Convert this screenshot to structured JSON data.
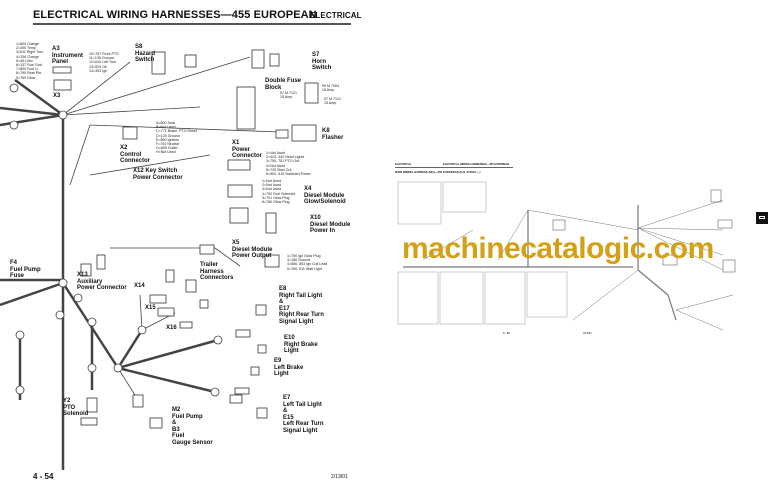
{
  "left_page": {
    "header_title": "ELECTRICAL WIRING HARNESSES—455 EUROPEAN",
    "header_section": "ELECTRICAL",
    "page_number": "4 - 54",
    "date": "2/13/01",
    "components": {
      "a3": "A3\nInstrument\nPanel",
      "x3": "X3",
      "s8": "S8\nHazard\nSwitch",
      "s7": "S7\nHorn\nSwitch",
      "fuse_block": "Double Fuse\nBlock",
      "k8": "K8\nFlasher",
      "x2": "X2\nControl\nConnector",
      "x1": "X1\nPower\nConnector",
      "x12": "X12 Key Switch\nPower Connector",
      "x4": "X4\nDiesel Module\nGlow/Solenoid",
      "x10": "X10\nDiesel Module\nPower In",
      "x5": "X5\nDiesel Module\nPower Output",
      "f4": "F4\nFuel Pump\nFuse",
      "x13": "X13\nAuxiliary\nPower Connector",
      "trailer": "Trailer\nHarness\nConnectors",
      "x14": "X14",
      "x15": "X15",
      "x16": "X16",
      "e8": "E8\nRight Tail Light\n&\nE17\nRight Rear Turn\nSignal Light",
      "e10": "E10\nRight Brake\nLight",
      "e9": "E9\nLeft Brake\nLight",
      "y2": "Y2\nPTO\nSolenoid",
      "m2": "M2\nFuel Pump\n&\nB3\nFuel\nGauge Sensor",
      "e7": "E7\nLeft Tail Light\n&\nE15\nLeft Rear Turn\nSignal Light"
    },
    "pin_lists": {
      "a3_left": "1=800 Charge\n2=300 Temp\n3=611 Right Turn\n4=336 Charge\n5=451 Illm\n6=137 Fuel Gnd\n7=800 Fuel U\n8=790 Rear Pto\n9=760 Glow",
      "a3_right": "10=757 Front PTO\n11=135 Ground\n12=610 Left Turn\n13=520 Oil\n14=303 Ign",
      "fuse_1": "99 M 7063\n15 Amp",
      "fuse_2": "57 M 7121\n15 Amp",
      "fuse_3": "57 M 7121\n15 Amp",
      "x2": "A=800 Seat\nB=Not Used\nC=771 Brake, PTO Reset\nD=130 Ground\nE=850 Ignition\nF=700 Neutral\nG=805 Outlet\nH=Not Used",
      "x1": "1=Not Used\n2=423, 440 Head Lights\n3=750, 751 PTO Out\n4=Not Used\n5=720 Start Out\n6=900, 510 Switched Power",
      "x4": "1=Not Used\n2=Not Used\n3=Not Used\n4=792 Fuel Solenoid\n5=791 Glow Plug\n6=780 Glow Plug",
      "x5": "1=750 Ign Glow Plug\n3=180 Ground\n4=850, 853 Ign Coil Lead\n5=760, 511 Watt Light"
    }
  },
  "right_page": {
    "header_left": "ELECTRICAL",
    "header_right": "ELECTRICAL WIRING HARNESSES—455 EUROPEAN",
    "subtitle": "MAIN WIRING HARNESS (W1)—455 EUROPEAN (S.N. 070001— )",
    "page_number": "4 - 55",
    "date": "2/13/01"
  },
  "watermark": "machinecatalogic.com",
  "colors": {
    "watermark": "#d4a017",
    "ink": "#111111"
  }
}
